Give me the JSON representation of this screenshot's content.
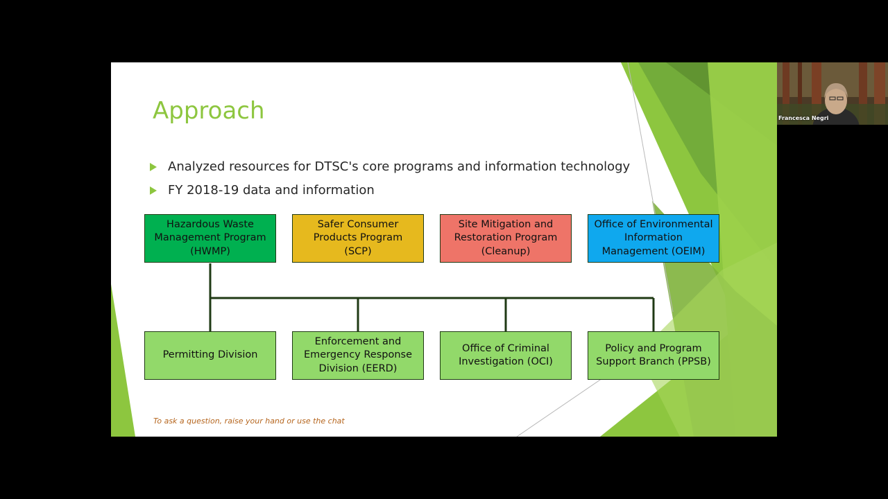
{
  "slide": {
    "title": "Approach",
    "bullets": [
      "Analyzed resources for DTSC's core programs and information technology",
      "FY 2018-19 data and information"
    ],
    "programs": [
      {
        "label": "Hazardous Waste\nManagement Program\n(HWMP)",
        "color": "#00B050"
      },
      {
        "label": "Safer Consumer\nProducts Program\n(SCP)",
        "color": "#E6B91E"
      },
      {
        "label": "Site Mitigation and\nRestoration Program\n(Cleanup)",
        "color": "#EE7468"
      },
      {
        "label": "Office of Environmental\nInformation\nManagement (OEIM)",
        "color": "#0FA8EE"
      }
    ],
    "divisions": [
      {
        "label": "Permitting Division",
        "color": "#92D96A"
      },
      {
        "label": "Enforcement and\nEmergency Response\nDivision (EERD)",
        "color": "#92D96A"
      },
      {
        "label": "Office of Criminal\nInvestigation (OCI)",
        "color": "#92D96A"
      },
      {
        "label": "Policy and Program\nSupport Branch (PPSB)",
        "color": "#92D96A"
      }
    ],
    "footnote": "To ask a question, raise your hand or use the chat"
  },
  "video": {
    "participant_name": "Francesca Negri"
  },
  "colors": {
    "title_green": "#8DC63F",
    "footnote_orange": "#B5651D",
    "connector": "#1f3a14"
  }
}
